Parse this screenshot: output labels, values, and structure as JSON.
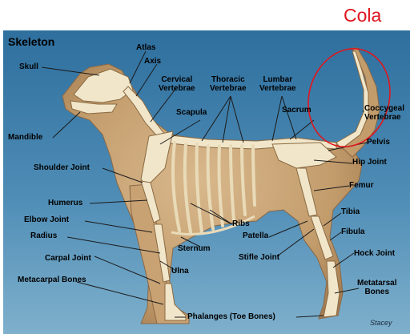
{
  "diagram": {
    "title": "Skeleton",
    "annotation": "Cola",
    "signature": "Stacey",
    "labels": {
      "skull": "Skull",
      "atlas": "Atlas",
      "axis": "Axis",
      "cervical": "Cervical\nVertebrae",
      "thoracic": "Thoracic\nVertebrae",
      "lumbar": "Lumbar\nVertebrae",
      "sacrum": "Sacrum",
      "coccygeal": "Coccygeal\nVertebrae",
      "mandible": "Mandible",
      "scapula": "Scapula",
      "pelvis": "Pelvis",
      "shoulder_joint": "Shoulder Joint",
      "hip_joint": "Hip Joint",
      "femur": "Femur",
      "humerus": "Humerus",
      "elbow_joint": "Elbow Joint",
      "radius": "Radius",
      "ribs": "Ribs",
      "tibia": "Tibia",
      "patella": "Patella",
      "fibula": "Fibula",
      "sternum": "Sternum",
      "carpal_joint": "Carpal Joint",
      "stifle_joint": "Stifle Joint",
      "hock_joint": "Hock Joint",
      "ulna": "Ulna",
      "metacarpal_bones": "Metacarpal Bones",
      "metatarsal_bones": "Metatarsal\nBones",
      "phalanges": "Phalanges (Toe Bones)"
    },
    "colors": {
      "background_top": "#2e6f9e",
      "background_bottom": "#6fa6c6",
      "body_fill": "#c9a578",
      "bone_fill": "#f1e6c9",
      "bone_stroke": "#8a6a43",
      "highlight_circle": "#e0161e"
    }
  }
}
